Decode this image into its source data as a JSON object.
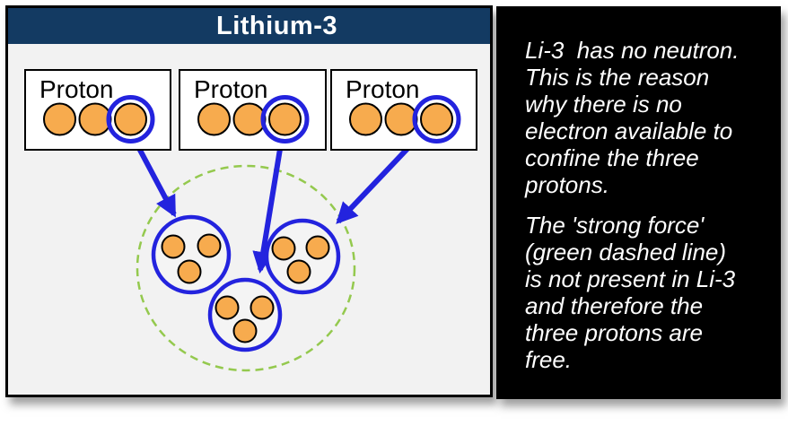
{
  "header": {
    "title": "Lithium-3",
    "bg_color": "#133A62",
    "text_color": "#FFFFFF"
  },
  "diagram": {
    "background_color": "#F2F2F2",
    "proton_boxes": [
      {
        "label": "Proton"
      },
      {
        "label": "Proton"
      },
      {
        "label": "Proton"
      }
    ],
    "cluster": {
      "proton_circles": 3,
      "dots_per_circle": 3
    },
    "colors": {
      "proton_orange": "#F7AB4E",
      "outline_blue": "#2323DE",
      "strong_force_green": "#94C94E",
      "box_border": "#000000"
    }
  },
  "annotation_panel": {
    "bg_color": "#000000",
    "text_color": "#FFFFFF",
    "paragraph_1": "Li-3  has no neutron.\nThis is the reason\nwhy there is no\nelectron available to\nconfine the three\nprotons.",
    "paragraph_2": "The 'strong force'\n(green dashed line)\nis not present in Li-3\nand therefore the\nthree protons are\nfree."
  }
}
